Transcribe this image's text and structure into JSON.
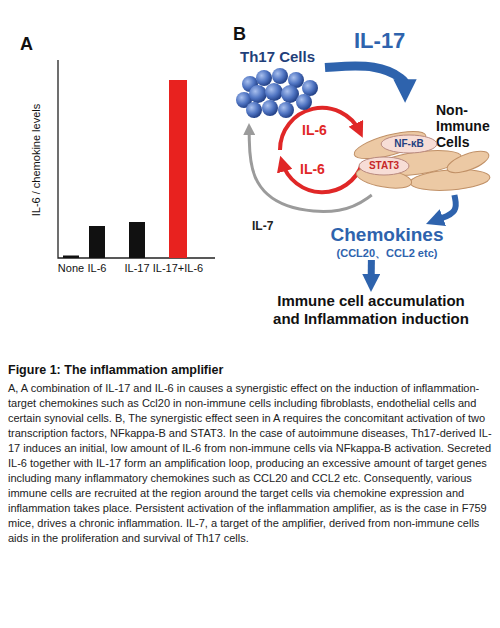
{
  "diagram": {
    "title": "Figure 1: The inflammation amplifier",
    "caption": "A, A combination of IL-17 and IL-6 in causes a synergistic effect on the induction of inflammation-target chemokines such as Ccl20 in non-immune cells including fibroblasts, endothelial cells and certain synovial cells. B, The synergistic effect seen in A requires the concomitant activation of two transcription factors, NFkappa-B and STAT3. In the case of autoimmune diseases, Th17-derived IL-17 induces an initial, low amount of IL-6 from non-immune cells via NFkappa-B activation. Secreted IL-6 together with IL-17 form an amplification loop, producing an excessive amount of target genes including many inflammatory chemokines such as CCL20 and CCL2 etc. Consequently, various immune cells are recruited at the region around the target cells via chemokine expression and inflammation takes place. Persistent activation of the inflammation amplifier, as is the case in F759 mice, drives a chronic inflammation. IL-7, a target of the amplifier, derived from non-immune cells aids in the proliferation and survival of Th17 cells.",
    "nodes": [
      {
        "text": [
          "Th17 Cells"
        ]
      },
      {
        "text": [
          "Non-Immune Cells"
        ]
      },
      {
        "text": [
          "NF-κB"
        ],
        "in": 1
      },
      {
        "text": [
          "STAT3"
        ],
        "in": 1
      },
      {
        "text": [
          "Chemokines",
          "(CCL20、CCL2 etc)"
        ]
      },
      {
        "text": [
          "Immune cell accumulation and Inflammation induction"
        ]
      }
    ],
    "edges": [
      {
        "from": 0,
        "to": 1,
        "label": "IL-17",
        "arrow": "to"
      },
      {
        "from": 1,
        "to": 4,
        "arrow": "to"
      },
      {
        "from": 4,
        "to": 5,
        "arrow": "to"
      },
      {
        "from": 1,
        "to": 0,
        "label": "IL-7",
        "arrow": "to"
      }
    ],
    "labels": [
      "A",
      "IL-6 / chemokine levels",
      "None",
      "IL-6",
      "IL-17",
      "IL-17+IL-6",
      "B",
      "IL-6",
      "IL-6"
    ]
  }
}
